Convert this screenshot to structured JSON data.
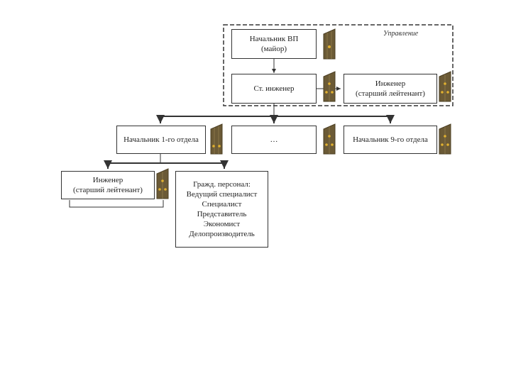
{
  "management": {
    "label": "Управление"
  },
  "boxes": {
    "head": {
      "lines": [
        "Начальник ВП",
        "(майор)"
      ]
    },
    "senior_eng": {
      "lines": [
        "Ст. инженер"
      ]
    },
    "engineer_mgmt": {
      "lines": [
        "Инженер",
        "(старший лейтенант)"
      ]
    },
    "dept1": {
      "lines": [
        "Начальник 1-го отдела"
      ]
    },
    "dept_mid": {
      "lines": [
        "…"
      ]
    },
    "dept9": {
      "lines": [
        "Начальник 9-го отдела"
      ]
    },
    "engineer_dept": {
      "lines": [
        "Инженер",
        "(старший лейтенант)"
      ]
    },
    "civil": {
      "lines": [
        "Гражд. персонал:",
        "Ведущий специалист",
        "Специалист",
        "Представитель",
        "Экономист",
        "Делопроизводитель"
      ]
    }
  },
  "colors": {
    "strap": "#6b5a36",
    "strap_edge": "#4a3d22",
    "star": "#e0b030",
    "line": "#333333"
  },
  "icons": {
    "rank": "shoulder-strap-icon"
  }
}
